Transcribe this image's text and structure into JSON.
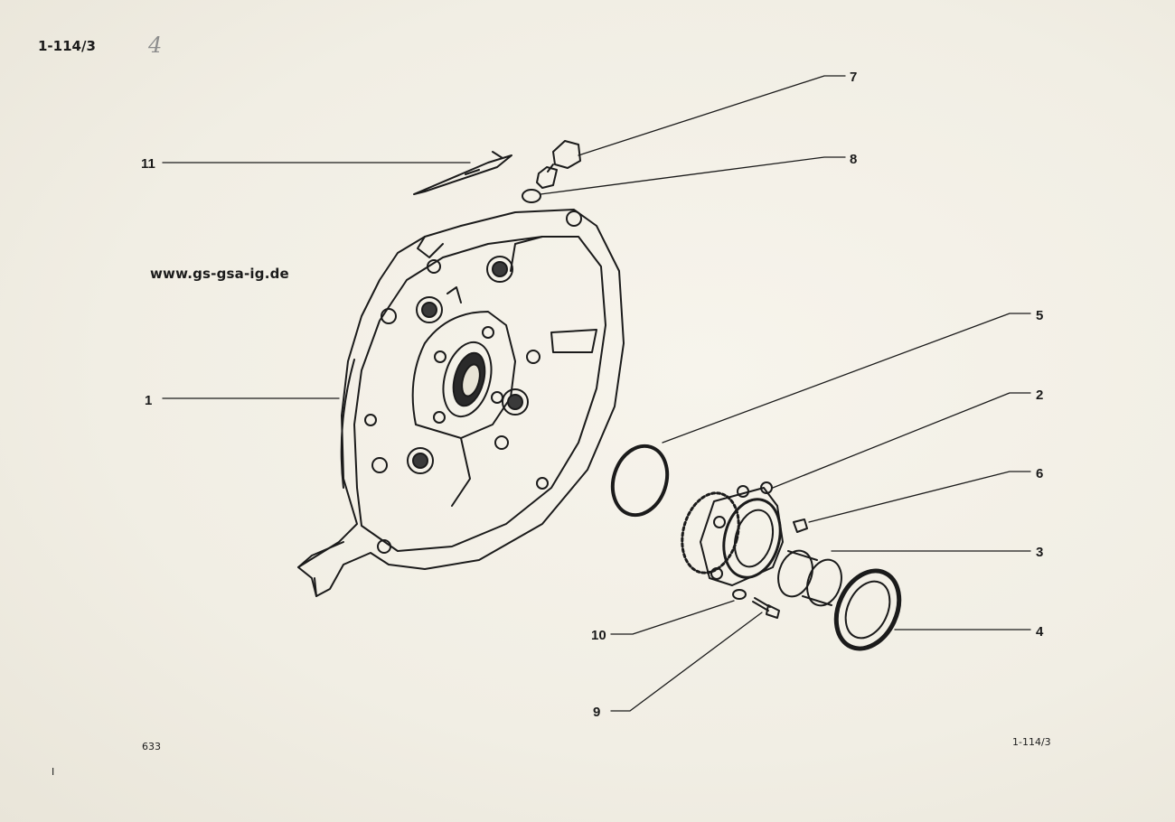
{
  "header": {
    "page_id": "1-114/3",
    "handwritten_mark": "4"
  },
  "watermark": {
    "url": "www.gs-gsa-ig.de"
  },
  "footer": {
    "left_code": "633",
    "right_code": "1-114/3",
    "corner_mark": "I"
  },
  "callouts": [
    {
      "id": "callout-1",
      "label": "1"
    },
    {
      "id": "callout-2",
      "label": "2"
    },
    {
      "id": "callout-3",
      "label": "3"
    },
    {
      "id": "callout-4",
      "label": "4"
    },
    {
      "id": "callout-5",
      "label": "5"
    },
    {
      "id": "callout-6",
      "label": "6"
    },
    {
      "id": "callout-7",
      "label": "7"
    },
    {
      "id": "callout-8",
      "label": "8"
    },
    {
      "id": "callout-9",
      "label": "9"
    },
    {
      "id": "callout-10",
      "label": "10"
    },
    {
      "id": "callout-11",
      "label": "11"
    }
  ],
  "colors": {
    "ink": "#1b1b1b",
    "paper": "#f3f0e6"
  }
}
